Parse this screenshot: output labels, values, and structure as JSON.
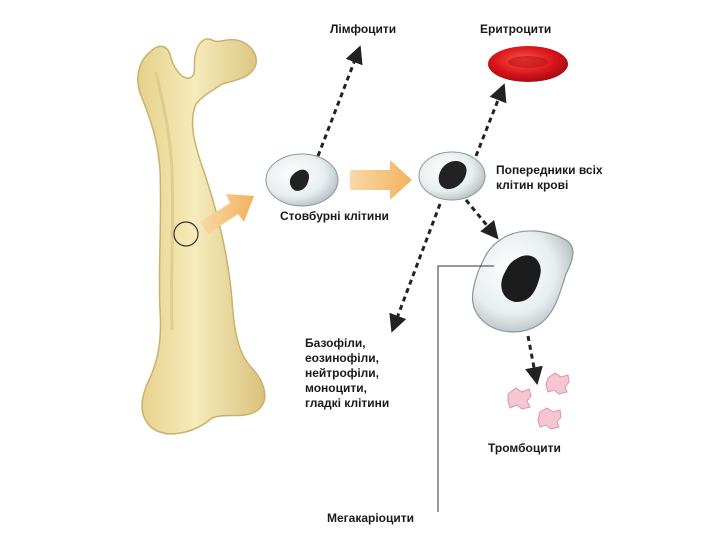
{
  "labels": {
    "lymphocytes": "Лімфоцити",
    "erythrocytes": "Еритроцити",
    "stem_cells": "Стовбурні клітини",
    "progenitors": "Попередники всіх\nклітин крові",
    "leukocytes": "Базофіли,\nеозинофіли,\nнейтрофіли,\nмоноцити,\nгладкі клітини",
    "platelets": "Тромбоцити",
    "megakaryocytes": "Мегакаріоцити"
  },
  "colors": {
    "bone": "#efe1a2",
    "bone_shadow": "#c9b26a",
    "arrow_fill": "#f4c27c",
    "red_cell": "#d8141a",
    "cell_body": "#e9eef0",
    "nucleus": "#222222",
    "platelet": "#f5c6d0",
    "dashed_arrow": "#222222"
  }
}
